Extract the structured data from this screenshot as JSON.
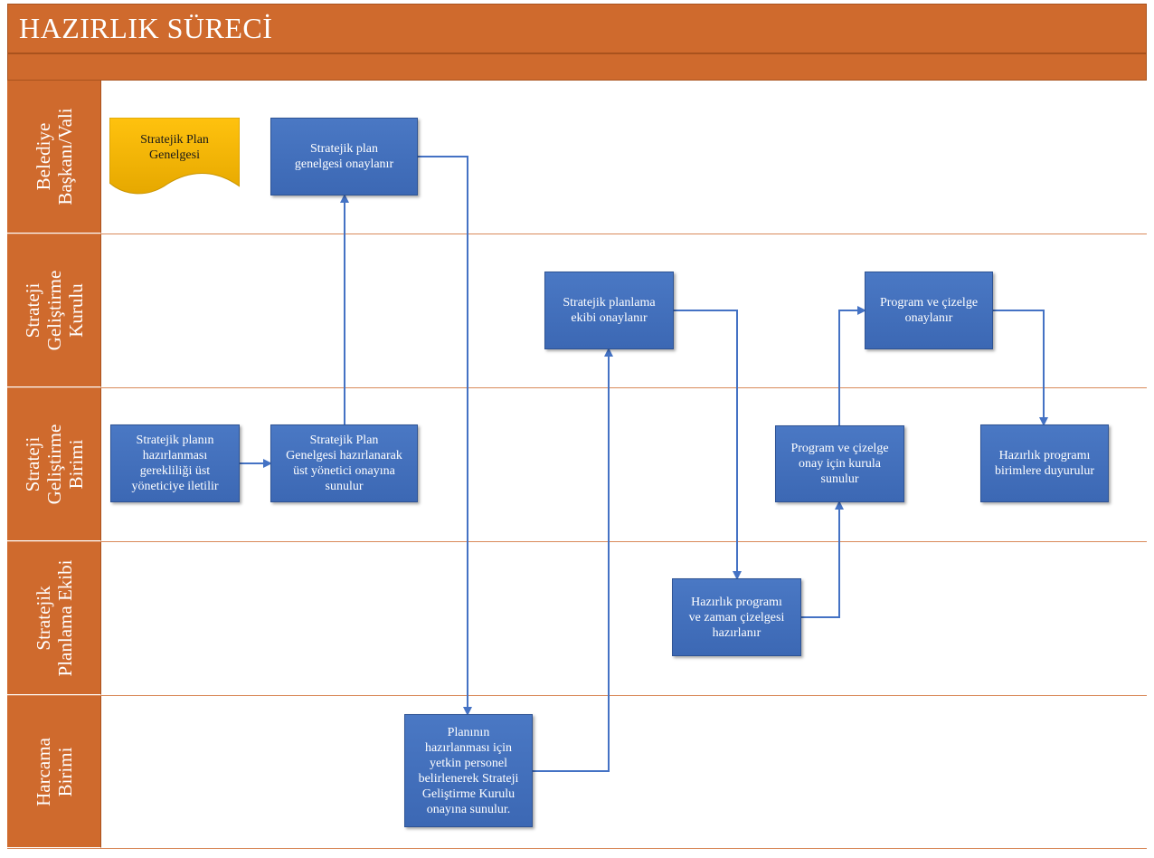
{
  "title": "HAZIRLIK SÜRECİ",
  "colors": {
    "header": "#cf6a2d",
    "node": "#4472c4",
    "document": "#f2b900",
    "connector": "#4472c4"
  },
  "lanes": [
    {
      "label": "Belediye\nBaşkanı/Vali"
    },
    {
      "label": "Strateji\nGeliştirme\nKurulu"
    },
    {
      "label": "Strateji\nGeliştirme\nBirimi"
    },
    {
      "label": "Stratejik\nPlanlama Ekibi"
    },
    {
      "label": "Harcama\nBirimi"
    }
  ],
  "document": {
    "label": "Stratejik Plan\nGenelgesi"
  },
  "nodes": {
    "genelge_onay": "Stratejik plan\ngenelgesi onaylanır",
    "ekip_onay": "Stratejik planlama\nekibi onaylanır",
    "program_onay": "Program ve çizelge\nonaylanır",
    "gereklilik": "Stratejik planın\nhazırlanması\ngerekliliği üst\nyöneticiye iletilir",
    "genelge_hazirlama": "Stratejik Plan\nGenelgesi hazırlanarak\nüst yönetici onayına\nsunulur",
    "program_sunum": "Program ve çizelge\nonay için kurula\nsunulur",
    "duyuru": "Hazırlık programı\nbirimlere duyurulur",
    "program_hazirlama": "Hazırlık programı\nve zaman çizelgesi\nhazırlanır",
    "personel": "Planının\nhazırlanması için\nyetkin personel\nbelirlenerek Strateji\nGeliştirme Kurulu\nonayına sunulur."
  }
}
